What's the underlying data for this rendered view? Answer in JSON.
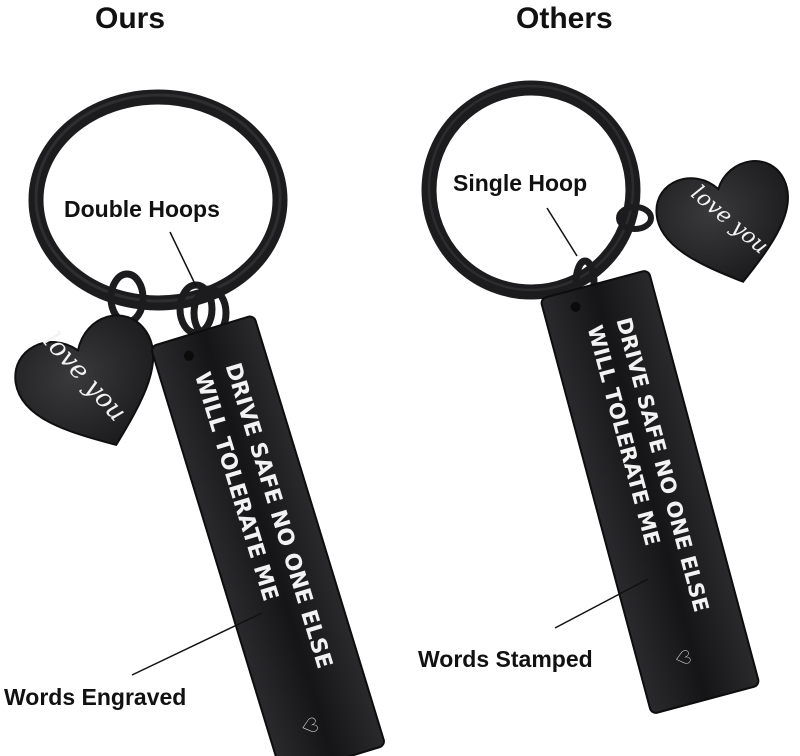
{
  "headings": {
    "ours": "Ours",
    "others": "Others"
  },
  "callouts": {
    "double_hoops": "Double Hoops",
    "single_hoop": "Single Hoop",
    "words_stamped": "Words Stamped",
    "words_engraved": "Words Engraved"
  },
  "keychain_text": {
    "line1": "DRIVE SAFE NO ONE ELSE",
    "line2": "WILL TOLERATE ME"
  },
  "charm_text": "love you",
  "colors": {
    "metal": "#1c1c1e",
    "metal_edge": "#3a3a3d",
    "engraving": "#f2f2f2"
  }
}
